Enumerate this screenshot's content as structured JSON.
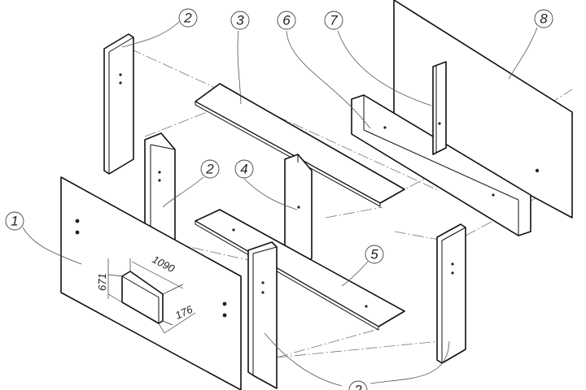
{
  "title": "Exploded assembly drawing",
  "balloons": [
    {
      "label": "1"
    },
    {
      "label": "2"
    },
    {
      "label": "3"
    },
    {
      "label": "6"
    },
    {
      "label": "7"
    },
    {
      "label": "8"
    },
    {
      "label": "2"
    },
    {
      "label": "4"
    },
    {
      "label": "5"
    },
    {
      "label": "2"
    }
  ],
  "dimensions": {
    "width": "1090",
    "height": "671",
    "depth": "176"
  }
}
